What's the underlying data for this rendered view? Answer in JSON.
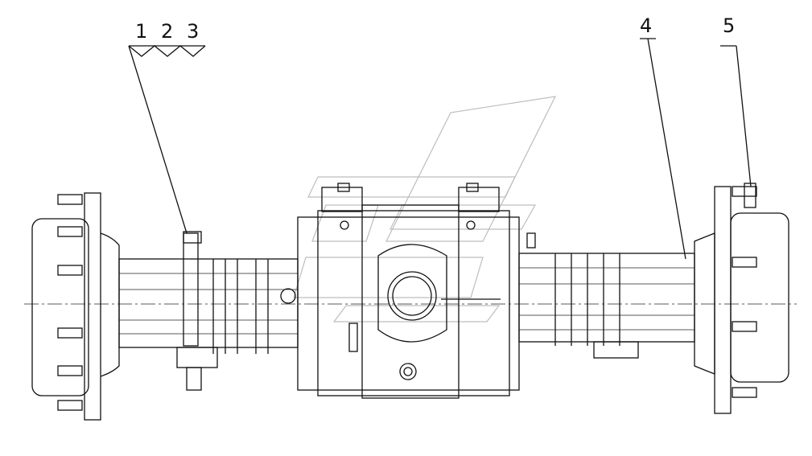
{
  "callouts": {
    "label_1": "1",
    "label_2": "2",
    "label_3": "3",
    "label_4": "4",
    "label_5": "5"
  },
  "colors": {
    "line": "#111111",
    "watermark": "#bdbdbd",
    "background": "#ffffff"
  }
}
